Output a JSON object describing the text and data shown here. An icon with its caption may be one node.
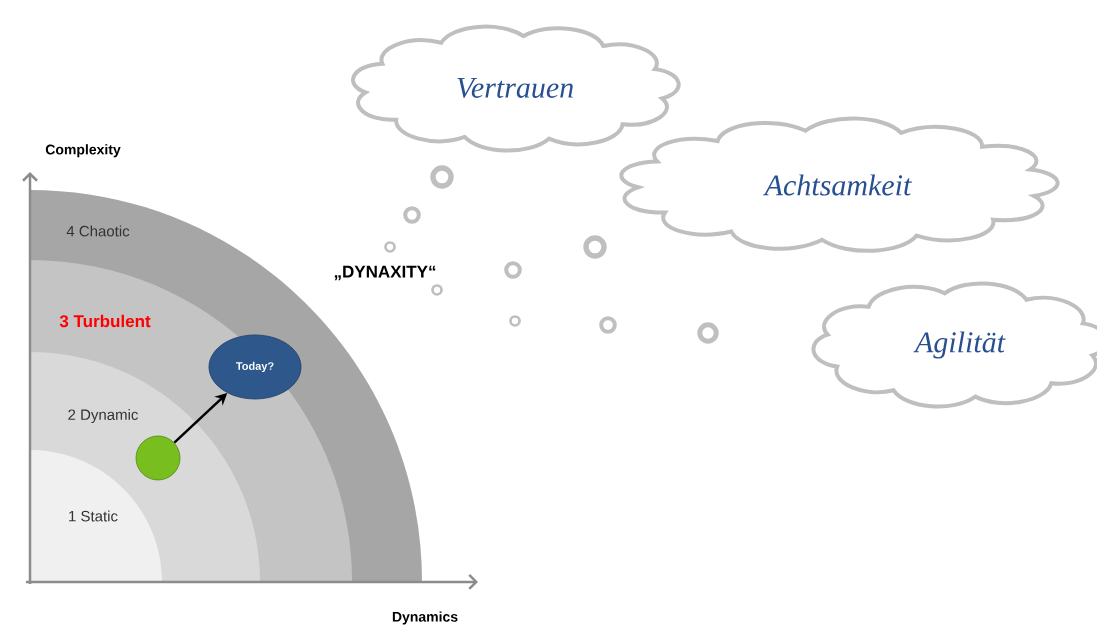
{
  "diagram": {
    "nodes": [
      {
        "text": [
          "4 Chaotic"
        ]
      },
      {
        "text": [
          "3 Turbulent"
        ],
        "in": 0
      },
      {
        "text": [
          "2 Dynamic"
        ],
        "in": 1
      },
      {
        "text": [
          "1 Static"
        ],
        "in": 2
      },
      {
        "text": [
          "Today?"
        ],
        "in": 1
      },
      {
        "text": [],
        "shape": "circle",
        "in": 2
      },
      {
        "text": [
          "Vertrauen"
        ]
      },
      {
        "text": [
          "Achtsamkeit"
        ]
      },
      {
        "text": [
          "Agilität"
        ]
      }
    ],
    "edges": [
      {
        "from": 5,
        "to": 4,
        "arrow": "to"
      }
    ],
    "labels": [
      "Complexity",
      "„DYNAXITY“",
      "Dynamics"
    ]
  }
}
